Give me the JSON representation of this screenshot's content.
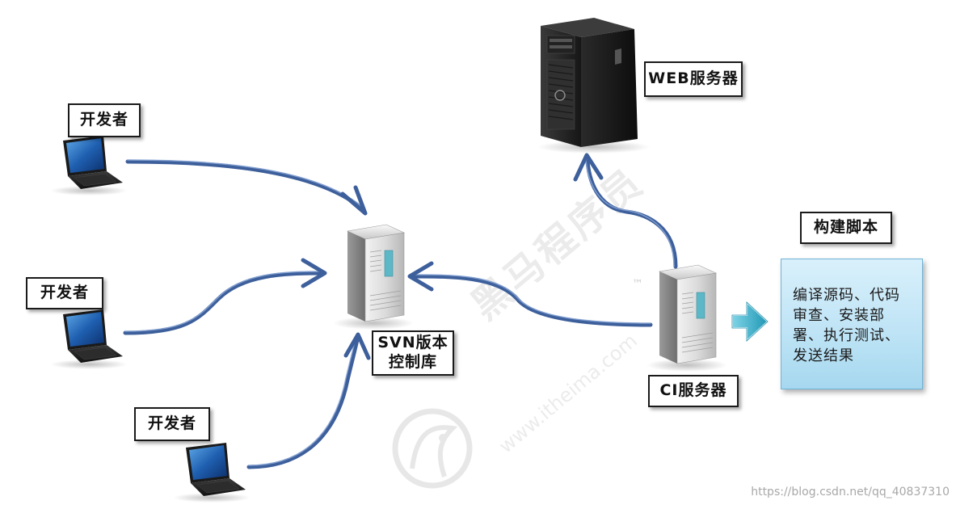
{
  "nodes": {
    "developer_1": {
      "label": "开发者"
    },
    "developer_2": {
      "label": "开发者"
    },
    "developer_3": {
      "label": "开发者"
    },
    "svn": {
      "label_line1": "SVN版本",
      "label_line2": "控制库"
    },
    "web_server": {
      "label": "WEB服务器"
    },
    "ci_server": {
      "label": "CI服务器"
    },
    "build_script": {
      "title": "构建脚本",
      "body": "编译源码、代码审查、安装部署、执行测试、发送结果"
    }
  },
  "watermark": {
    "brand": "黑马程序员",
    "site": "www.itheima.com",
    "trademark": "™"
  },
  "source_mark": "https://blog.csdn.net/qq_40837310",
  "colors": {
    "arrow": "#3d5f9b",
    "arrow_highlight": "#6f90c7",
    "script_box": "#bfe4f6",
    "cyan_arrow": "#2aa8c4"
  }
}
